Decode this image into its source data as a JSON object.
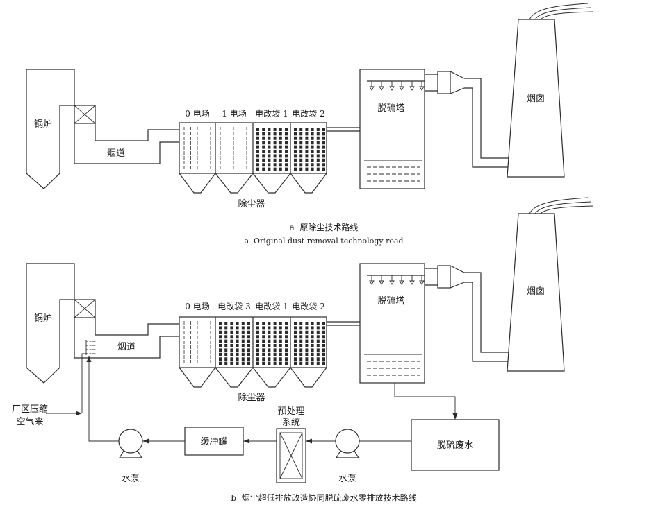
{
  "diagram_a": {
    "boiler_label": "锅炉",
    "flue_label": "烟道",
    "section_labels": [
      "0 电场",
      "1 电场",
      "电改袋 1",
      "电改袋 2"
    ],
    "precipitator_label": "除尘器",
    "tower_label": "脱硫塔",
    "chimney_label": "烟囱",
    "caption_cn": "a  原除尘技术路线",
    "caption_en": "a  Original dust removal technology road"
  },
  "diagram_b": {
    "boiler_label": "锅炉",
    "flue_label": "烟道",
    "section_labels": [
      "0 电场",
      "电改袋 3",
      "电改袋 1",
      "电改袋 2"
    ],
    "precipitator_label": "除尘器",
    "tower_label": "脱硫塔",
    "chimney_label": "烟囱",
    "air_source_label": [
      "厂区压缩",
      "空气来"
    ],
    "pretreatment_label": [
      "预处理",
      "系统"
    ],
    "buffer_tank_label": "缓冲罐",
    "pump_labels": [
      "水泵",
      "水泵"
    ],
    "wastewater_label": "脱硫废水",
    "caption": "b  烟尘超低排放改造协同脱硫废水零排放技术路线"
  }
}
